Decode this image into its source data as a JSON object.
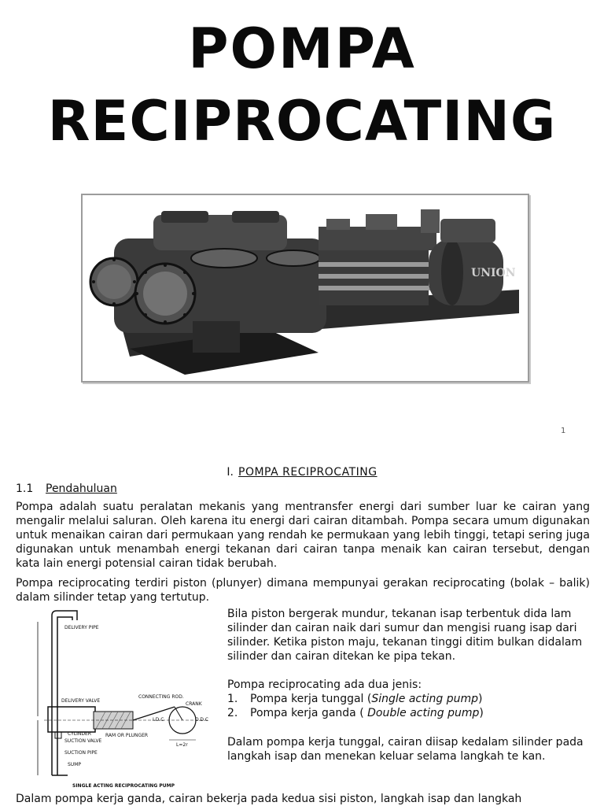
{
  "title": {
    "line1": "POMPA",
    "line2": "RECIPROCATING"
  },
  "photo": {
    "nameplate": "UNION"
  },
  "page_number": "1",
  "section": {
    "number": "I.",
    "title": "POMPA  RECIPROCATING"
  },
  "subsection": {
    "number": "1.1",
    "title": "Pendahuluan"
  },
  "paragraphs": {
    "p1": "Pompa adalah suatu peralatan mekanis yang mentransfer energi dari sumber luar ke cairan yang mengalir melalui saluran. Oleh karena itu energi dari cairan ditambah. Pompa secara umum digunakan untuk menaikan cairan dari permukaan yang rendah ke permukaan yang lebih tinggi, tetapi sering juga digunakan untuk menambah energi tekanan dari cairan tanpa menaik kan cairan tersebut, dengan kata lain energi potensial cairan tidak berubah.",
    "p2": "Pompa reciprocating terdiri piston (plunyer) dimana mempunyai gerakan reciprocating (bolak – balik) dalam silinder tetap yang tertutup.",
    "right1": "Bila piston bergerak mundur, tekanan isap terbentuk dida lam silinder dan cairan naik dari sumur dan mengisi ruang isap dari silinder. Ketika piston maju, tekanan tinggi ditim bulkan didalam silinder dan cairan ditekan ke pipa tekan.",
    "types_intro": "Pompa reciprocating ada dua jenis:",
    "right3": "Dalam pompa kerja tunggal, cairan diisap kedalam silinder pada langkah isap dan menekan keluar selama langkah te kan.",
    "p3": "Dalam pompa kerja ganda, cairan bekerja pada kedua sisi piston, langkah isap dan langkah"
  },
  "types": [
    {
      "n": "1.",
      "a": "Pompa kerja tunggal (",
      "i": "Single acting pump",
      "b": ")"
    },
    {
      "n": "2.",
      "a": "Pompa kerja ganda ( ",
      "i": "Double acting pump",
      "b": ")"
    }
  ],
  "diagram_labels": {
    "delivery_pipe": "DELIVERY PIPE",
    "delivery_valve": "DELIVERY VALVE",
    "cylinder": "CYLINDER",
    "suction_valve": "SUCTION VALVE",
    "suction_pipe": "SUCTION PIPE",
    "sump": "SUMP",
    "ram": "RAM OR PLUNGER",
    "connecting_rod": "CONNECTING ROD.",
    "crank": "CRANK",
    "idc": "I.D.C",
    "odc": "O.D.C",
    "stroke": "L=2r",
    "caption": "SINGLE ACTING RECIPROCATING PUMP"
  }
}
